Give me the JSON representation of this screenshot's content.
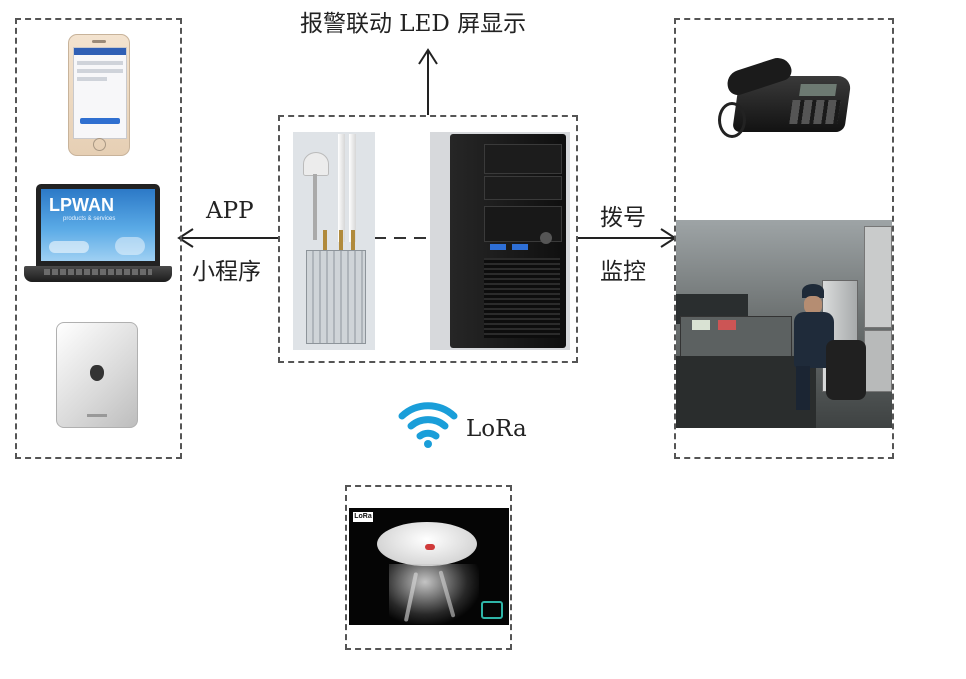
{
  "top_label": "报警联动 LED 屏显示",
  "left_arrow": {
    "line1": "APP",
    "line2": "小程序"
  },
  "right_arrow": {
    "line1": "拨号",
    "line2": "监控"
  },
  "lora_label": "LoRa",
  "laptop_brand": "LPWAN",
  "laptop_tagline": "products & services",
  "detector_badge": "LoRa",
  "icons": {
    "phone": "smartphone-icon",
    "laptop": "laptop-icon",
    "tablet": "tablet-icon",
    "gateway": "lora-gateway-icon",
    "server": "server-tower-icon",
    "desk_phone": "desk-phone-icon",
    "control_room": "monitoring-room-image",
    "wifi": "wifi-icon",
    "detector": "smoke-detector-image"
  },
  "colors": {
    "dash": "#555555",
    "wifi": "#1a9ed9",
    "laptop_screen": "#3d8fd6"
  }
}
